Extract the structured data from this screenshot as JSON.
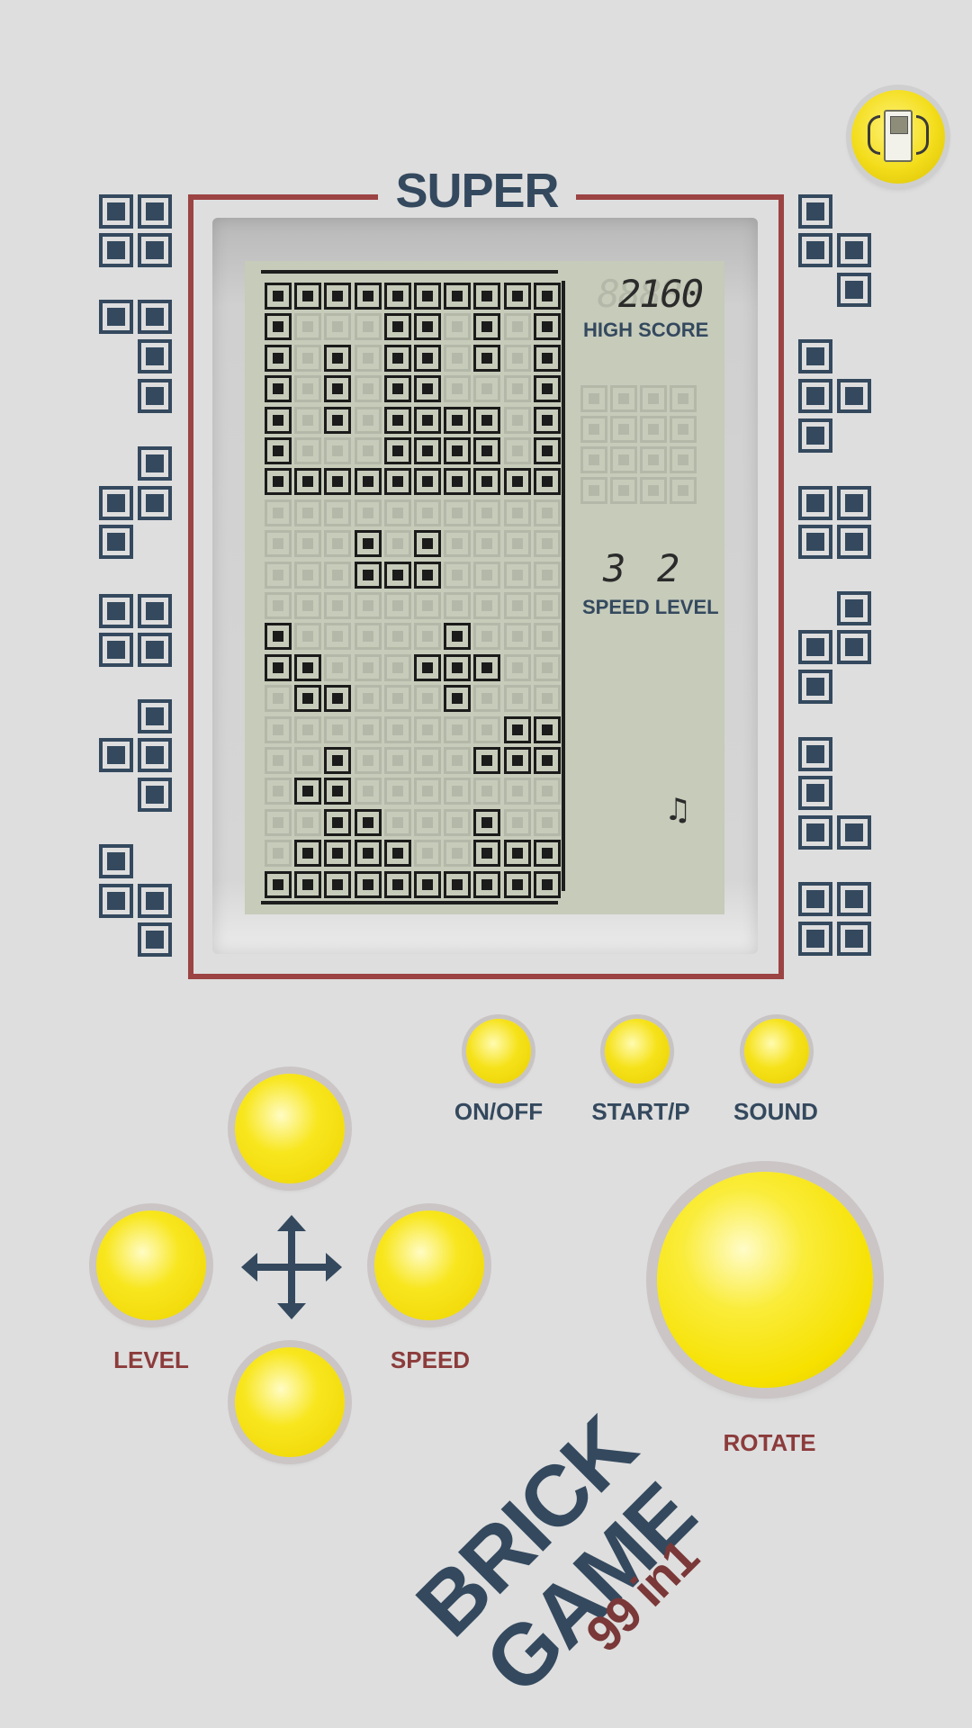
{
  "device": {
    "title": "SUPER",
    "brand_line1": "BRICK",
    "brand_line2": "GAME",
    "brand_line3": "99 in1"
  },
  "display": {
    "high_score": "2160",
    "high_score_ghost": "88888",
    "high_score_label": "HIGH SCORE",
    "speed": "3",
    "level": "2",
    "speed_level_label": "SPEED LEVEL",
    "grid_cols": 10,
    "grid_rows": 20,
    "grid": [
      "1111111111",
      "1000110101",
      "1010110101",
      "1010110001",
      "1010111101",
      "1000111101",
      "1111111111",
      "0000000000",
      "0003020000",
      "0003330000",
      "0000000000",
      "1000001000",
      "1100011100",
      "0110001000",
      "0000000011",
      "0010000111",
      "0110000000",
      "0011000100",
      "0111100111",
      "1111111111"
    ],
    "next_piece_cols": 4,
    "next_piece_rows": 4,
    "music_icon": "music-note-icon"
  },
  "controls": {
    "on_off_label": "ON/OFF",
    "start_pause_label": "START/P",
    "sound_label": "SOUND",
    "level_label": "LEVEL",
    "speed_label": "SPEED",
    "rotate_label": "ROTATE"
  },
  "colors": {
    "accent_blue": "#34495e",
    "frame_red": "#9c4343",
    "button_yellow": "#f6e21a",
    "lcd_bg": "#c6cbba"
  }
}
